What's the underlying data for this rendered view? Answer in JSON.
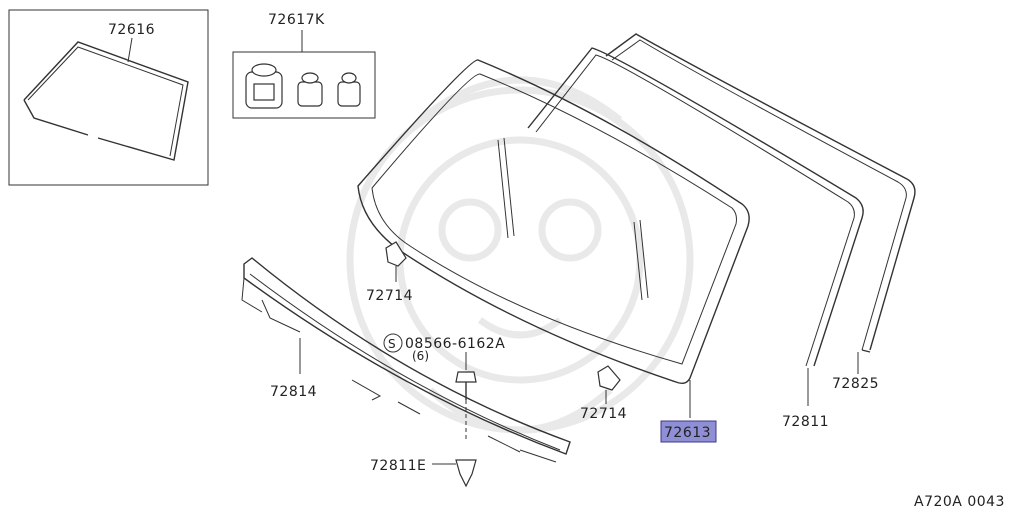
{
  "labels": {
    "p72616": "72616",
    "p72617k": "72617K",
    "p72714_a": "72714",
    "p72714_b": "72714",
    "p08566_circle": "S",
    "p08566": "08566-6162A",
    "p08566_qty": "(6)",
    "p72814": "72814",
    "p72811e": "72811E",
    "p72613": "72613",
    "p72811": "72811",
    "p72825": "72825"
  },
  "figure_code": "A720A 0043",
  "colors": {
    "highlight": "#8f8fd6",
    "line": "#333333",
    "watermark": "#e9e9e9"
  }
}
